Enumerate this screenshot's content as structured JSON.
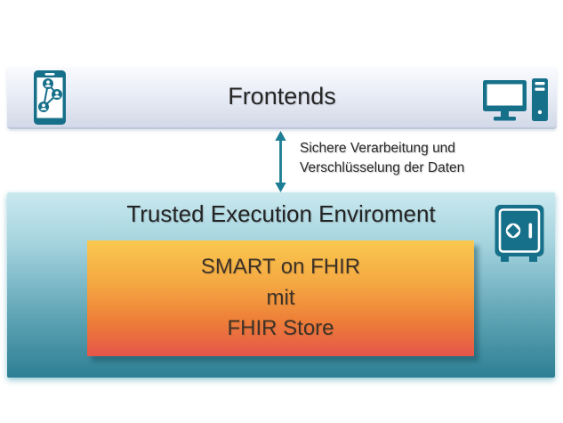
{
  "frontends_band": {
    "title": "Frontends",
    "left_icon": "smartphone-network-icon",
    "right_icon": "desktop-computer-icon"
  },
  "connector": {
    "arrow": "double-headed-vertical-arrow",
    "label_line1": "Sichere Verarbeitung und",
    "label_line2": "Verschlüsselung der Daten"
  },
  "tee_panel": {
    "title": "Trusted Execution Enviroment",
    "icon": "safe-icon",
    "fhir_box": {
      "line1": "SMART on FHIR",
      "line2": "mit",
      "line3": "FHIR Store"
    }
  },
  "colors": {
    "icon_teal": "#17708a",
    "arrow_teal": "#1d7d95",
    "band_top": "#fafbfe",
    "band_bottom": "#d2d9e8",
    "panel_top": "#cae9ef",
    "panel_bottom": "#2d7f93",
    "box_top": "#fac94f",
    "box_bottom": "#e5564a",
    "heading_text": "#262626",
    "box_text": "#3e3227"
  }
}
